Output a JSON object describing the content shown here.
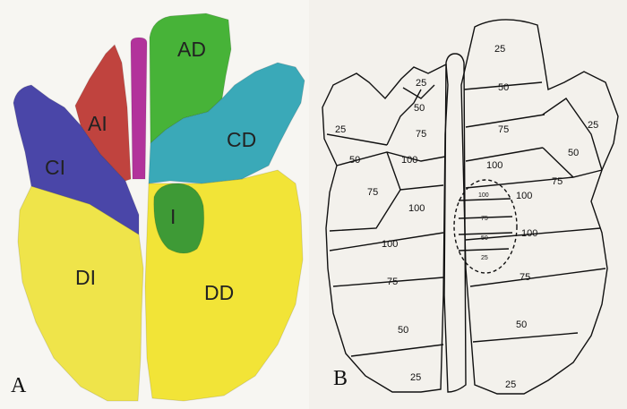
{
  "panel_a": {
    "label": "A",
    "lobes": {
      "ad": {
        "label": "AD",
        "color": "#47b338"
      },
      "ai": {
        "label": "AI",
        "color": "#c0433e"
      },
      "ci": {
        "label": "CI",
        "color": "#4a46a8"
      },
      "cd": {
        "label": "CD",
        "color": "#3aa9b8"
      },
      "i": {
        "label": "I",
        "color": "#3e9a36"
      },
      "di": {
        "label": "DI",
        "color": "#efe44a"
      },
      "dd": {
        "label": "DD",
        "color": "#f2e437"
      }
    },
    "trachea_color": "#b2329b"
  },
  "panel_b": {
    "label": "B",
    "segments": {
      "s1": "25",
      "s2": "50",
      "s3": "75",
      "s4": "100",
      "s5": "25",
      "s6": "50",
      "s7": "75",
      "s8": "100",
      "s9": "25",
      "s10": "50",
      "s11": "75",
      "s12": "100",
      "s13": "25",
      "s14": "50",
      "s15": "75",
      "s16": "100",
      "s17": "100",
      "s18": "75",
      "s19": "50",
      "s20": "25",
      "s21": "100",
      "s22": "75",
      "s23": "50",
      "s24": "25",
      "s25": "100",
      "s26": "75",
      "s27": "50",
      "s28": "25"
    }
  }
}
